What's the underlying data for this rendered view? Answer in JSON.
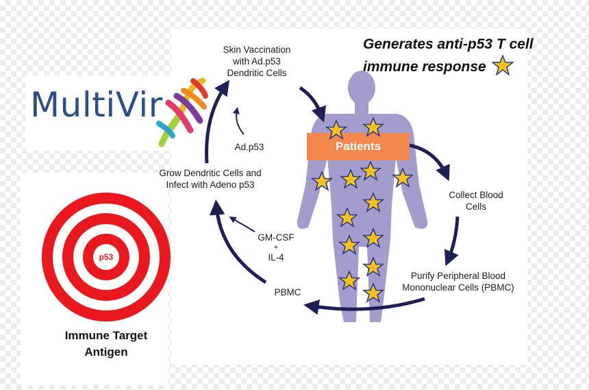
{
  "logo": {
    "text": "MultiVir",
    "icon": "dna-helix-icon"
  },
  "headline": {
    "line1": "Generates anti-p53 T cell",
    "line2": "immune response"
  },
  "target": {
    "center_label": "p53",
    "caption_line1": "Immune Target",
    "caption_line2": "Antigen"
  },
  "patients_label": "Patients",
  "cycle_steps": {
    "skin_vaccination": [
      "Skin Vaccination",
      "with Ad.p53",
      "Dendritic Cells"
    ],
    "collect_blood": [
      "Collect Blood",
      "Cells"
    ],
    "purify": [
      "Purify Peripheral Blood",
      "Mononuclear Cells (PBMC)"
    ],
    "pbmc": "PBMC",
    "cytokines": [
      "GM-CSF",
      "+",
      "IL-4"
    ],
    "grow_dc": [
      "Grow Dendritic Cells and",
      "Infect with Adeno p53"
    ],
    "adp53": "Ad.p53"
  },
  "colors": {
    "arrow": "#1e1f56",
    "body": "#a59cce",
    "patients_bar": "#f2884e",
    "star_fill": "#f4c21c",
    "star_stroke": "#2b3a8a",
    "target_red": "#e8181c",
    "logo_blue": "#2d4e86"
  }
}
